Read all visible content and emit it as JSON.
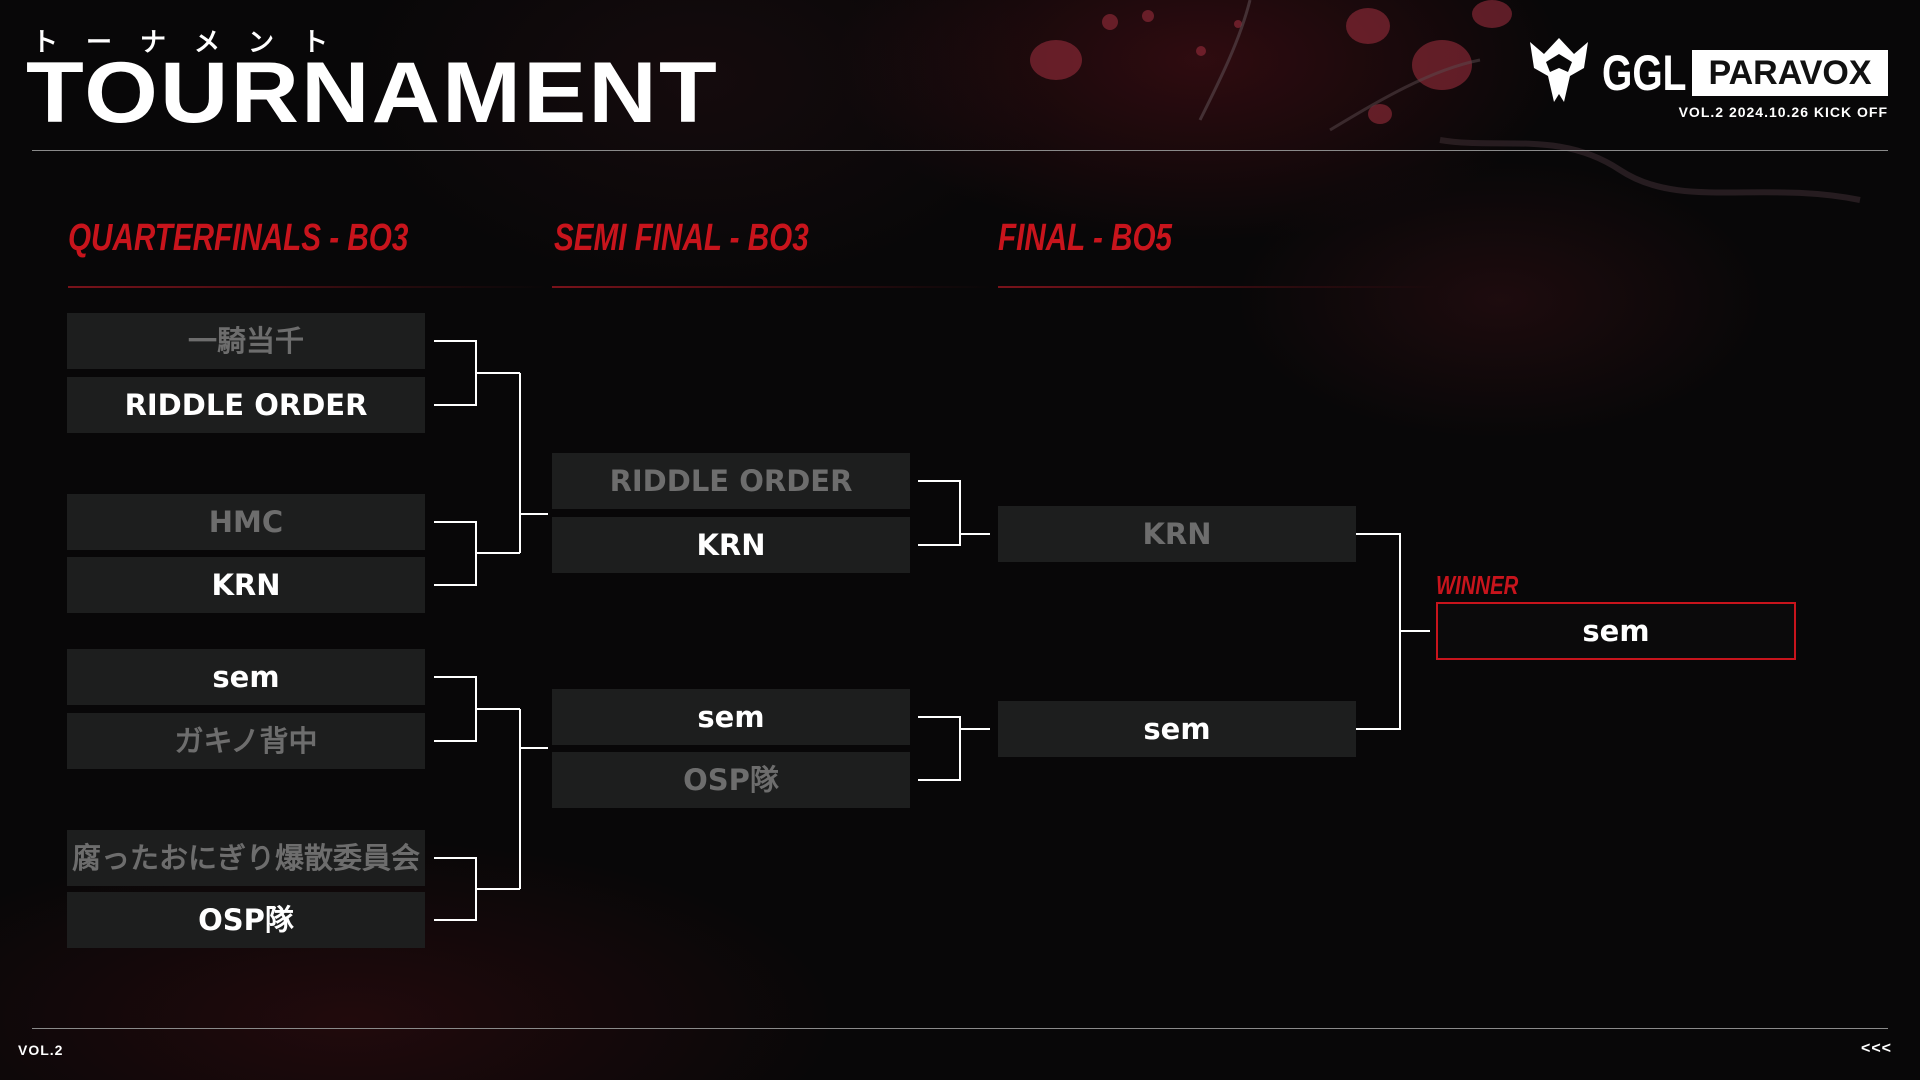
{
  "header": {
    "kana": "トーナメント",
    "title": "TOURNAMENT"
  },
  "logo": {
    "brand": "GGL",
    "name": "PARAVOX",
    "subtitle": "VOL.2 2024.10.26 KICK OFF"
  },
  "rounds": [
    {
      "label": "QUARTERFINALS - BO3"
    },
    {
      "label": "SEMI FINAL - BO3"
    },
    {
      "label": "FINAL - BO5"
    }
  ],
  "quarterfinals": [
    {
      "name": "一騎当千",
      "result": "lose"
    },
    {
      "name": "RIDDLE ORDER",
      "result": "win"
    },
    {
      "name": "HMC",
      "result": "lose"
    },
    {
      "name": "KRN",
      "result": "win"
    },
    {
      "name": "sem",
      "result": "win"
    },
    {
      "name": "ガキノ背中",
      "result": "lose"
    },
    {
      "name": "腐ったおにぎり爆散委員会",
      "result": "lose"
    },
    {
      "name": "OSP隊",
      "result": "win"
    }
  ],
  "semifinals": [
    {
      "name": "RIDDLE ORDER",
      "result": "lose"
    },
    {
      "name": "KRN",
      "result": "win"
    },
    {
      "name": "sem",
      "result": "win"
    },
    {
      "name": "OSP隊",
      "result": "lose"
    }
  ],
  "final": [
    {
      "name": "KRN",
      "result": "lose"
    },
    {
      "name": "sem",
      "result": "win"
    }
  ],
  "winner": {
    "label": "WINNER",
    "name": "sem"
  },
  "footer": {
    "left": "VOL.2",
    "right": "<<<"
  },
  "colors": {
    "accent": "#c8141c",
    "background": "#080708",
    "slot": "#1d1e1e",
    "winner_text": "#ffffff",
    "loser_text": "#6d6d6d"
  }
}
